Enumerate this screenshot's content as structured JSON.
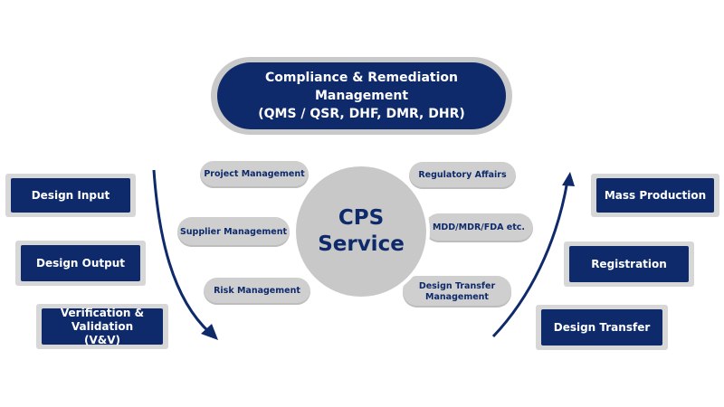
{
  "header": {
    "line1": "Compliance & Remediation",
    "line2": "Management",
    "line3": "(QMS / QSR, DHF, DMR, DHR)"
  },
  "core": {
    "line1": "CPS",
    "line2": "Service"
  },
  "services": {
    "project_management": "Project Management",
    "supplier_management": "Supplier Management",
    "risk_management": "Risk Management",
    "regulatory_affairs": "Regulatory Affairs",
    "mdd_mdr_fda": "MDD/MDR/FDA  etc.",
    "design_transfer_management": "Design Transfer Management"
  },
  "left_stages": {
    "design_input": "Design Input",
    "design_output": "Design Output",
    "verification_validation": "Verification & Validation (V&V)"
  },
  "right_stages": {
    "mass_production": "Mass Production",
    "registration": "Registration",
    "design_transfer": "Design Transfer"
  },
  "colors": {
    "navy": "#0e2a6b",
    "gray": "#cfcfcf",
    "frame": "#d7d7d7",
    "text_light": "#ffffff"
  }
}
